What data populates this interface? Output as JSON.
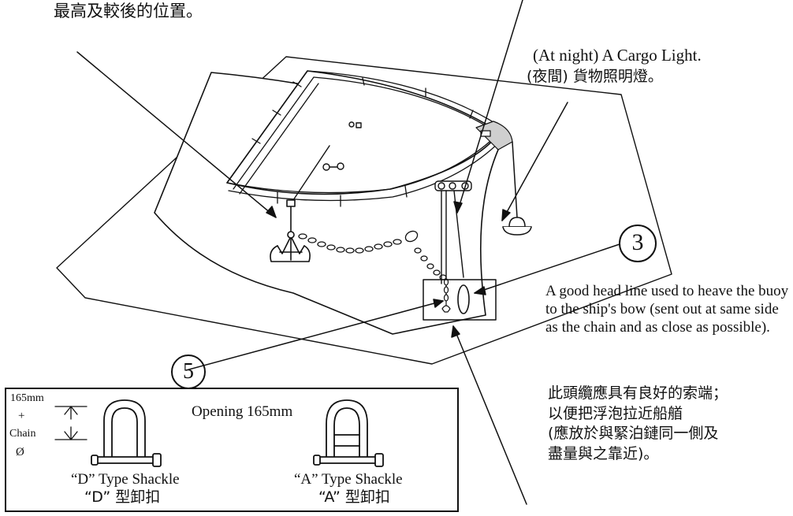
{
  "annotations": {
    "top_note_zh": "最高及較後的位置。",
    "cargo_light_en": "(At night) A Cargo Light.",
    "cargo_light_zh": "(夜間) 貨物照明燈。",
    "callout_3": "3",
    "callout_5": "5",
    "head_line_en": "A good head line used to heave the buoy to the ship's bow (sent out at same side as the chain and as close as possible).",
    "head_line_zh": [
      "此頭纜應具有良好的索端；",
      "以便把浮泡拉近船艏",
      "(應放於與緊泊鏈同一側及",
      "盡量與之靠近)。"
    ]
  },
  "shackle_legend": {
    "dim_165mm": "165mm",
    "dim_plus": "+",
    "dim_chain": "Chain",
    "dim_diameter": "Ø",
    "opening": "Opening 165mm",
    "d_type_en": "“D” Type Shackle",
    "d_type_zh": "“D” 型卸扣",
    "a_type_en": "“A” Type Shackle",
    "a_type_zh": "“A” 型卸扣"
  },
  "icons": {
    "anchor": "anchor-icon",
    "cargo_light": "cargo-light-icon",
    "mooring_buoy": "mooring-buoy-icon",
    "d_shackle": "d-shackle-icon",
    "a_shackle": "a-shackle-icon"
  }
}
